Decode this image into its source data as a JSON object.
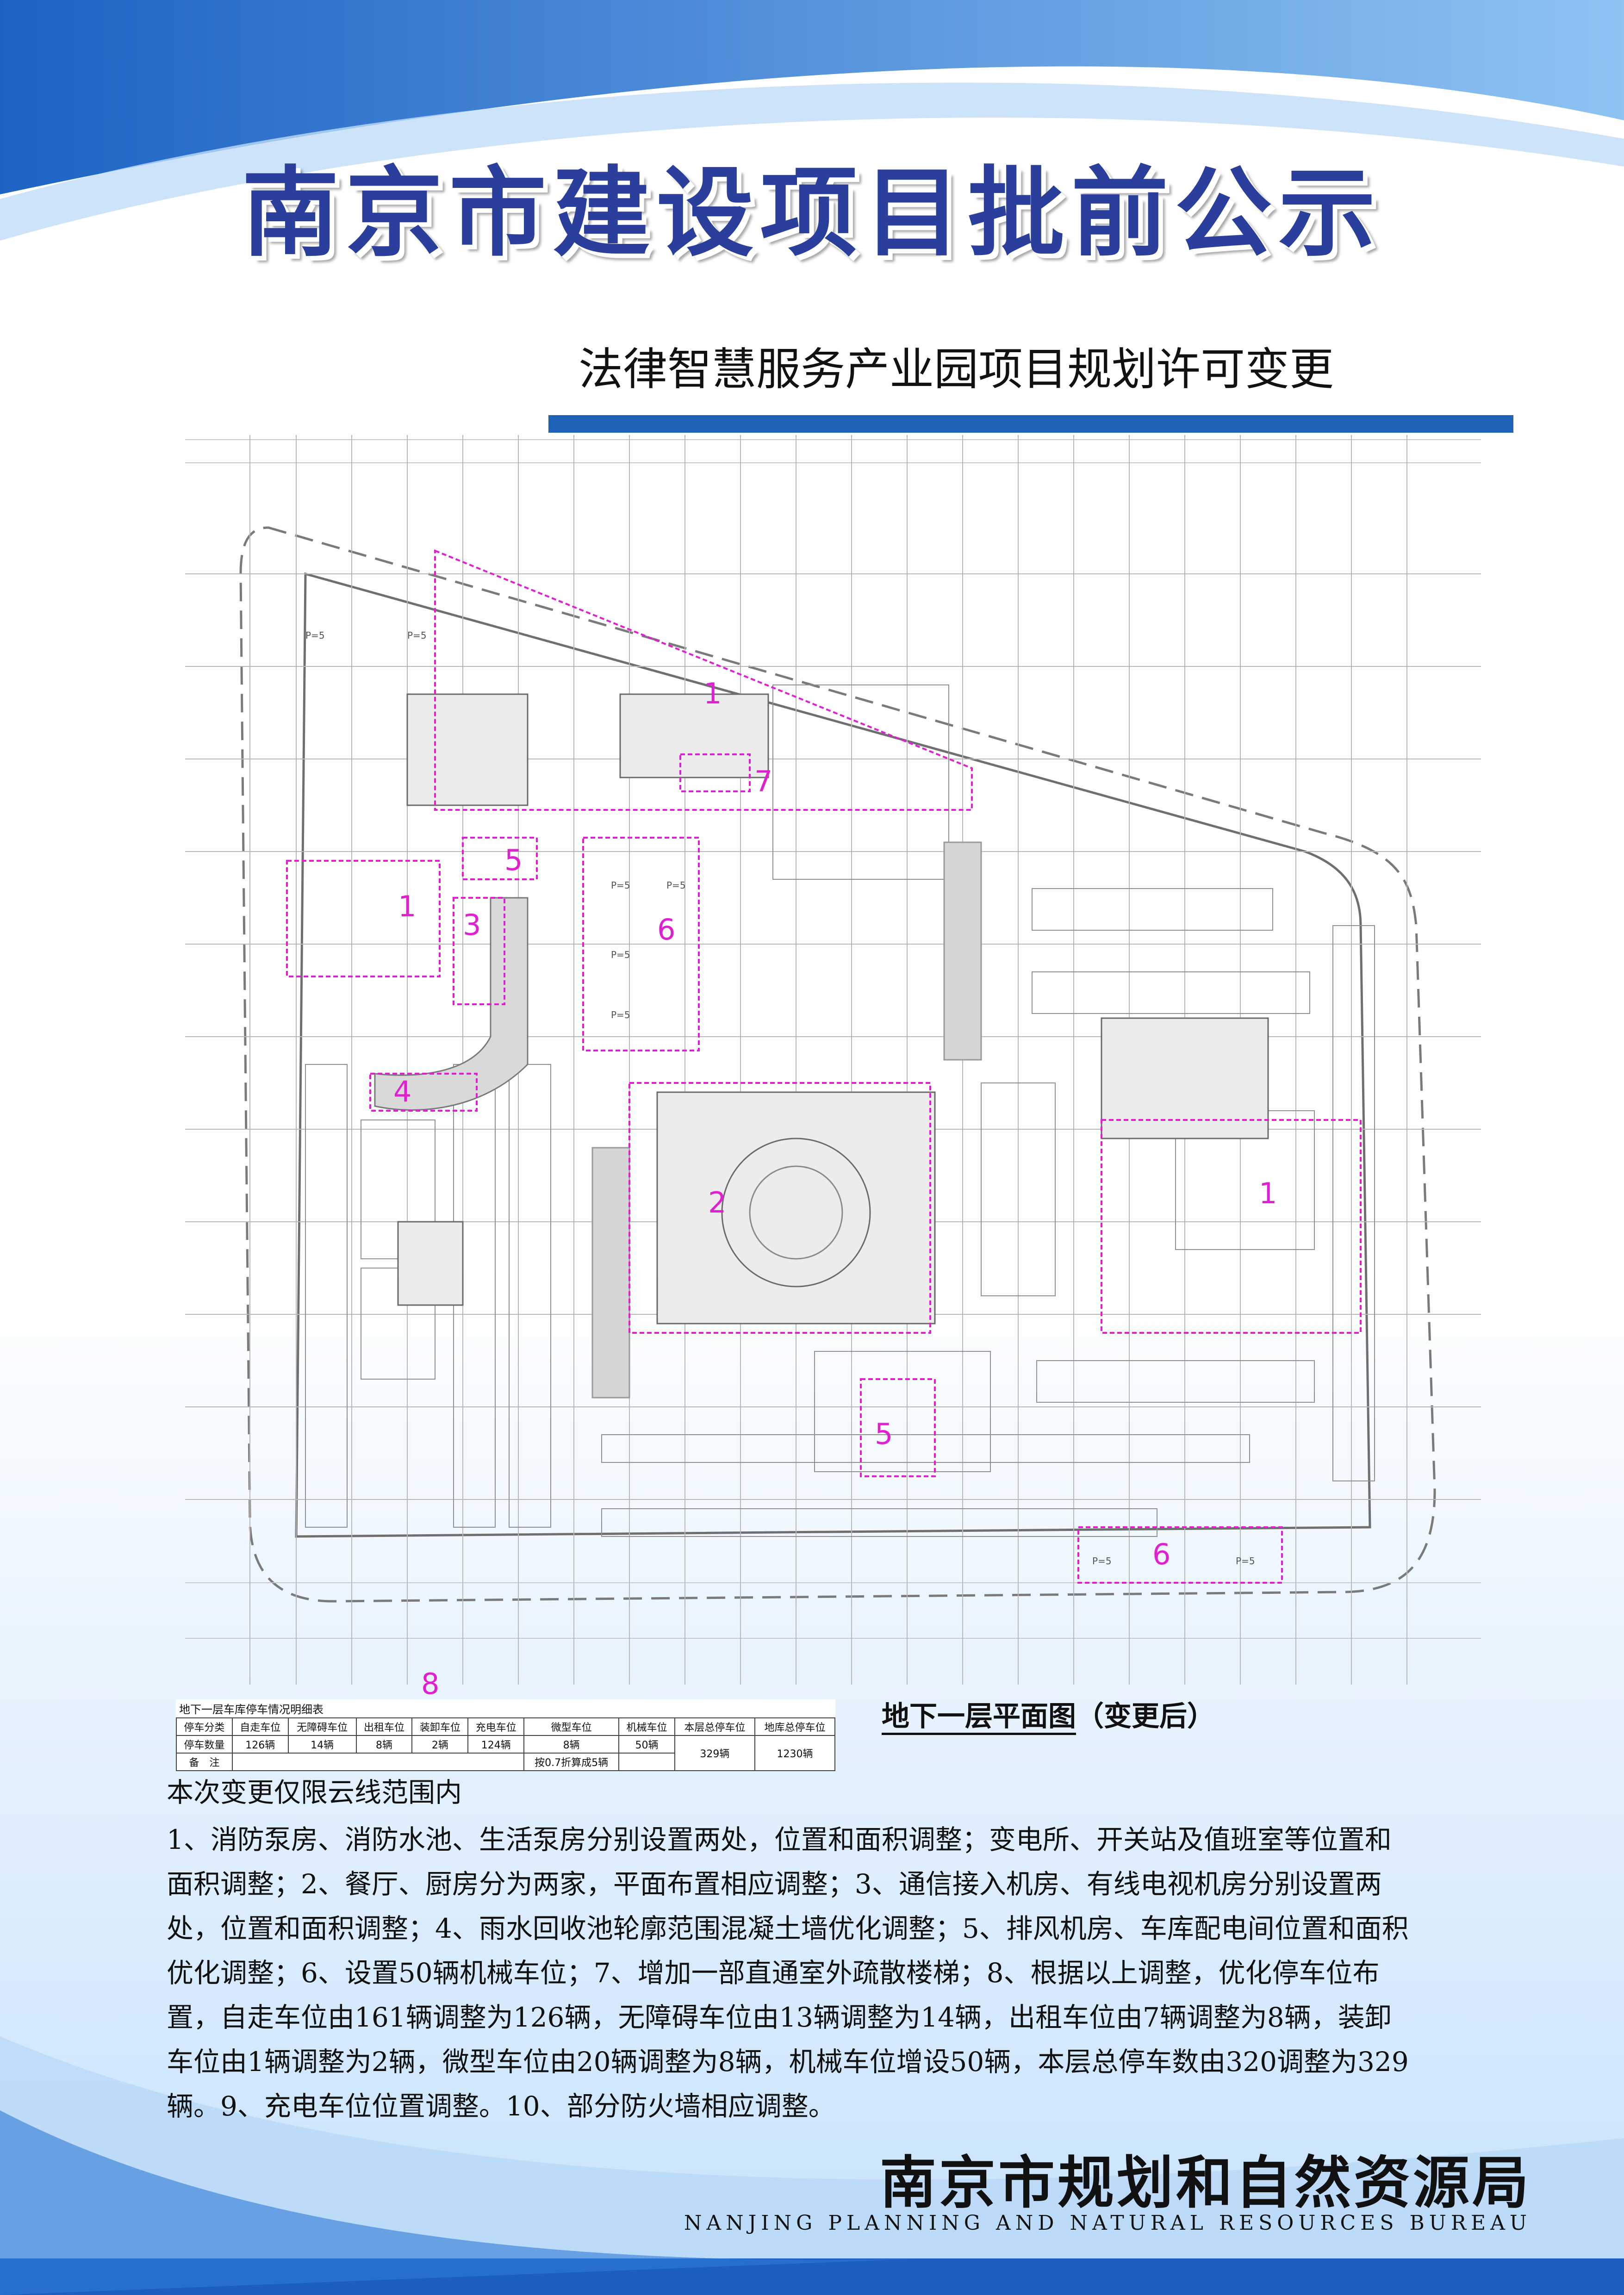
{
  "header": {
    "main_title": "南京市建设项目批前公示",
    "subtitle": "法律智慧服务产业园项目规划许可变更"
  },
  "plan": {
    "caption": "地下一层平面图",
    "caption_note": "（变更后）",
    "cloud_labels": [
      "1",
      "7",
      "5",
      "1",
      "3",
      "6",
      "4",
      "2",
      "1",
      "5",
      "6",
      "8"
    ],
    "parking_marks": [
      "P=5",
      "P=5",
      "P=5",
      "P=5",
      "P=5",
      "P=5",
      "P=5",
      "P=5"
    ]
  },
  "parking_table": {
    "title": "地下一层车库停车情况明细表",
    "row_labels": [
      "停车分类",
      "停车数量",
      "备　注"
    ],
    "headers": [
      "自走车位",
      "无障碍车位",
      "出租车位",
      "装卸车位",
      "充电车位",
      "微型车位",
      "机械车位",
      "本层总停车位",
      "地库总停车位"
    ],
    "values": [
      "126辆",
      "14辆",
      "8辆",
      "2辆",
      "124辆",
      "8辆",
      "50辆",
      "329辆",
      "1230辆"
    ],
    "remark": "按0.7折算成5辆"
  },
  "notes": {
    "lead": "本次变更仅限云线范围内",
    "body": "1、消防泵房、消防水池、生活泵房分别设置两处，位置和面积调整；变电所、开关站及值班室等位置和面积调整；2、餐厅、厨房分为两家，平面布置相应调整；3、通信接入机房、有线电视机房分别设置两处，位置和面积调整；4、雨水回收池轮廓范围混凝土墙优化调整；5、排风机房、车库配电间位置和面积优化调整；6、设置50辆机械车位；7、增加一部直通室外疏散楼梯；8、根据以上调整，优化停车位布置，自走车位由161辆调整为126辆，无障碍车位由13辆调整为14辆，出租车位由7辆调整为8辆，装卸车位由1辆调整为2辆，微型车位由20辆调整为8辆，机械车位增设50辆，本层总停车数由320调整为329辆。9、充电车位位置调整。10、部分防火墙相应调整。"
  },
  "footer": {
    "bureau_cn": "南京市规划和自然资源局",
    "bureau_en": "NANJING PLANNING AND NATURAL RESOURCES BUREAU"
  },
  "colors": {
    "title_blue": "#2a3f9c",
    "bar_blue": "#1f63b8",
    "cloud_magenta": "#e020d0",
    "drawing_gray": "#8a8a8a"
  }
}
